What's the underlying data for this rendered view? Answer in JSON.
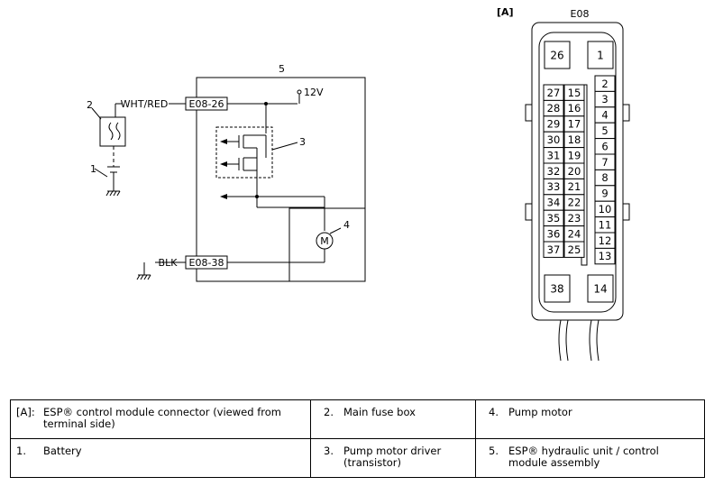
{
  "diagram": {
    "view_label": "[A]",
    "connector_name": "E08",
    "supply_label": "12V",
    "wires": {
      "power_color": "WHT/RED",
      "ground_color": "BLK"
    },
    "terminals": {
      "power": "E08-26",
      "ground": "E08-38"
    },
    "callouts": {
      "battery": "1",
      "fuse_box": "2",
      "driver": "3",
      "motor": "4",
      "module": "5"
    },
    "motor_symbol": "M",
    "pins": {
      "top_left": "26",
      "top_right": "1",
      "bottom_left": "38",
      "bottom_right": "14",
      "left_col_a": [
        "27",
        "28",
        "29",
        "30",
        "31",
        "32",
        "33",
        "34",
        "35",
        "36",
        "37"
      ],
      "left_col_b": [
        "15",
        "16",
        "17",
        "18",
        "19",
        "20",
        "21",
        "22",
        "23",
        "24",
        "25"
      ],
      "right_col": [
        "2",
        "3",
        "4",
        "5",
        "6",
        "7",
        "8",
        "9",
        "10",
        "11",
        "12",
        "13"
      ]
    }
  },
  "legend": {
    "rows": [
      [
        {
          "key": "[A]:",
          "text": "ESP® control module connector (viewed from terminal side)"
        },
        {
          "key": "2.",
          "text": "Main fuse box"
        },
        {
          "key": "4.",
          "text": "Pump motor"
        }
      ],
      [
        {
          "key": "1.",
          "text": "Battery"
        },
        {
          "key": "3.",
          "text": "Pump motor driver (transistor)"
        },
        {
          "key": "5.",
          "text": "ESP® hydraulic unit / control module assembly"
        }
      ]
    ]
  }
}
